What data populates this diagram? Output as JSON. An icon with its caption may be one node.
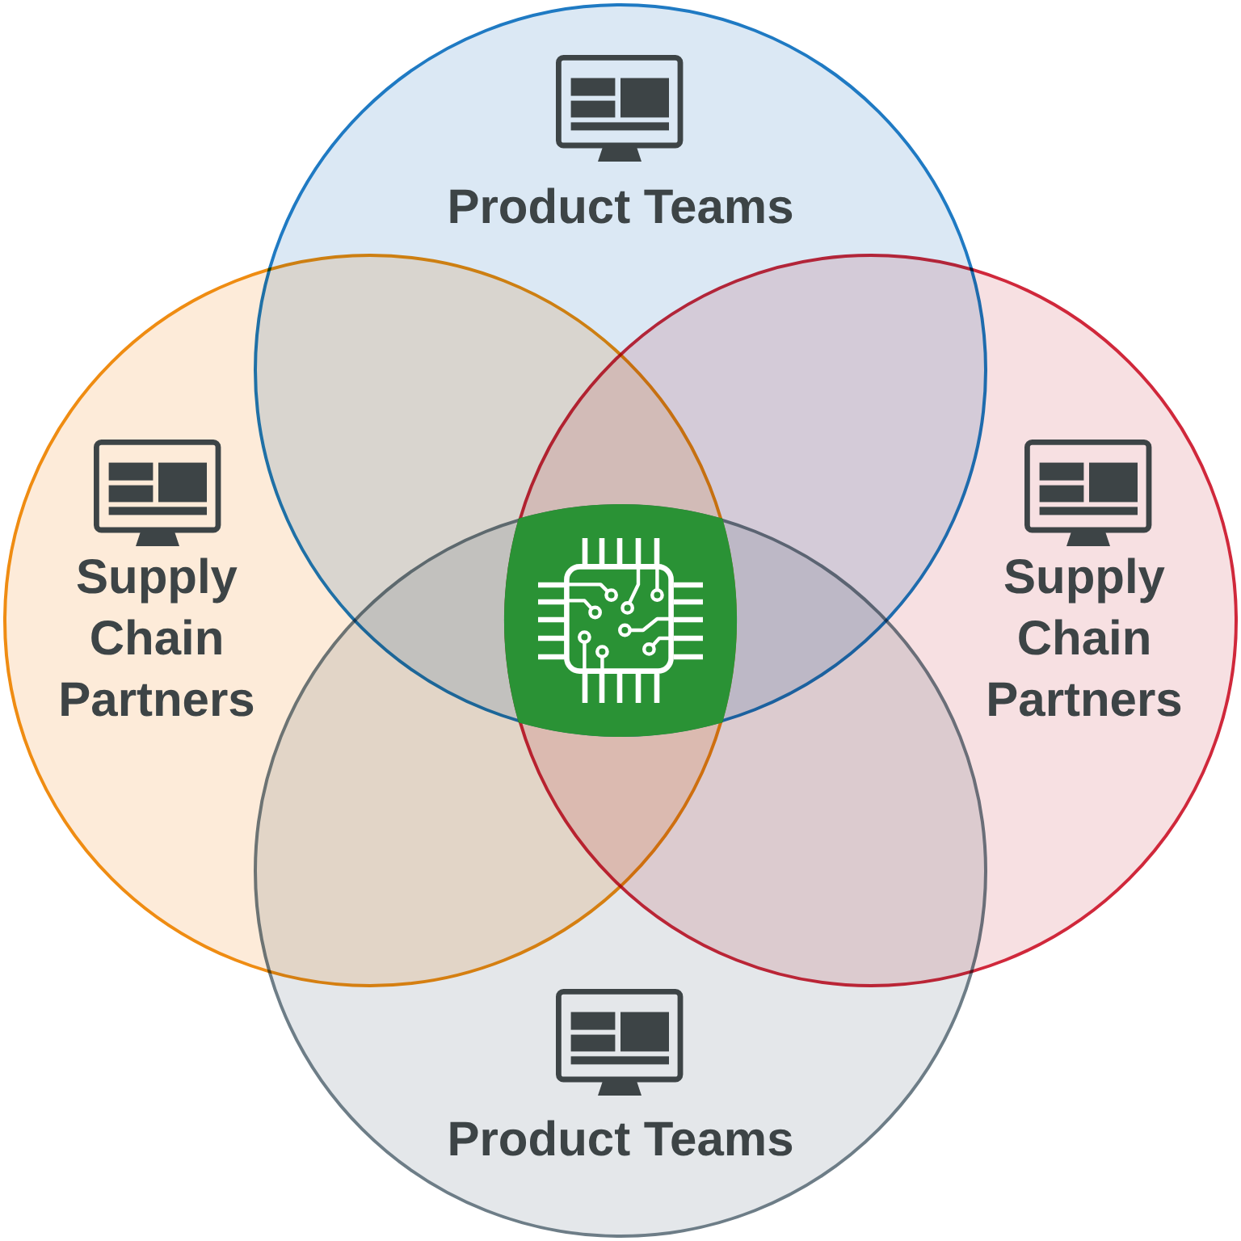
{
  "diagram": {
    "nodes": [
      {
        "text": [
          "Product Teams"
        ]
      },
      {
        "text": [
          "Supply Chain Partners"
        ]
      },
      {
        "text": [],
        "shape": "box"
      },
      {
        "text": [
          "Supply Chain Partners"
        ]
      },
      {
        "text": [
          "Product Teams"
        ]
      }
    ]
  }
}
